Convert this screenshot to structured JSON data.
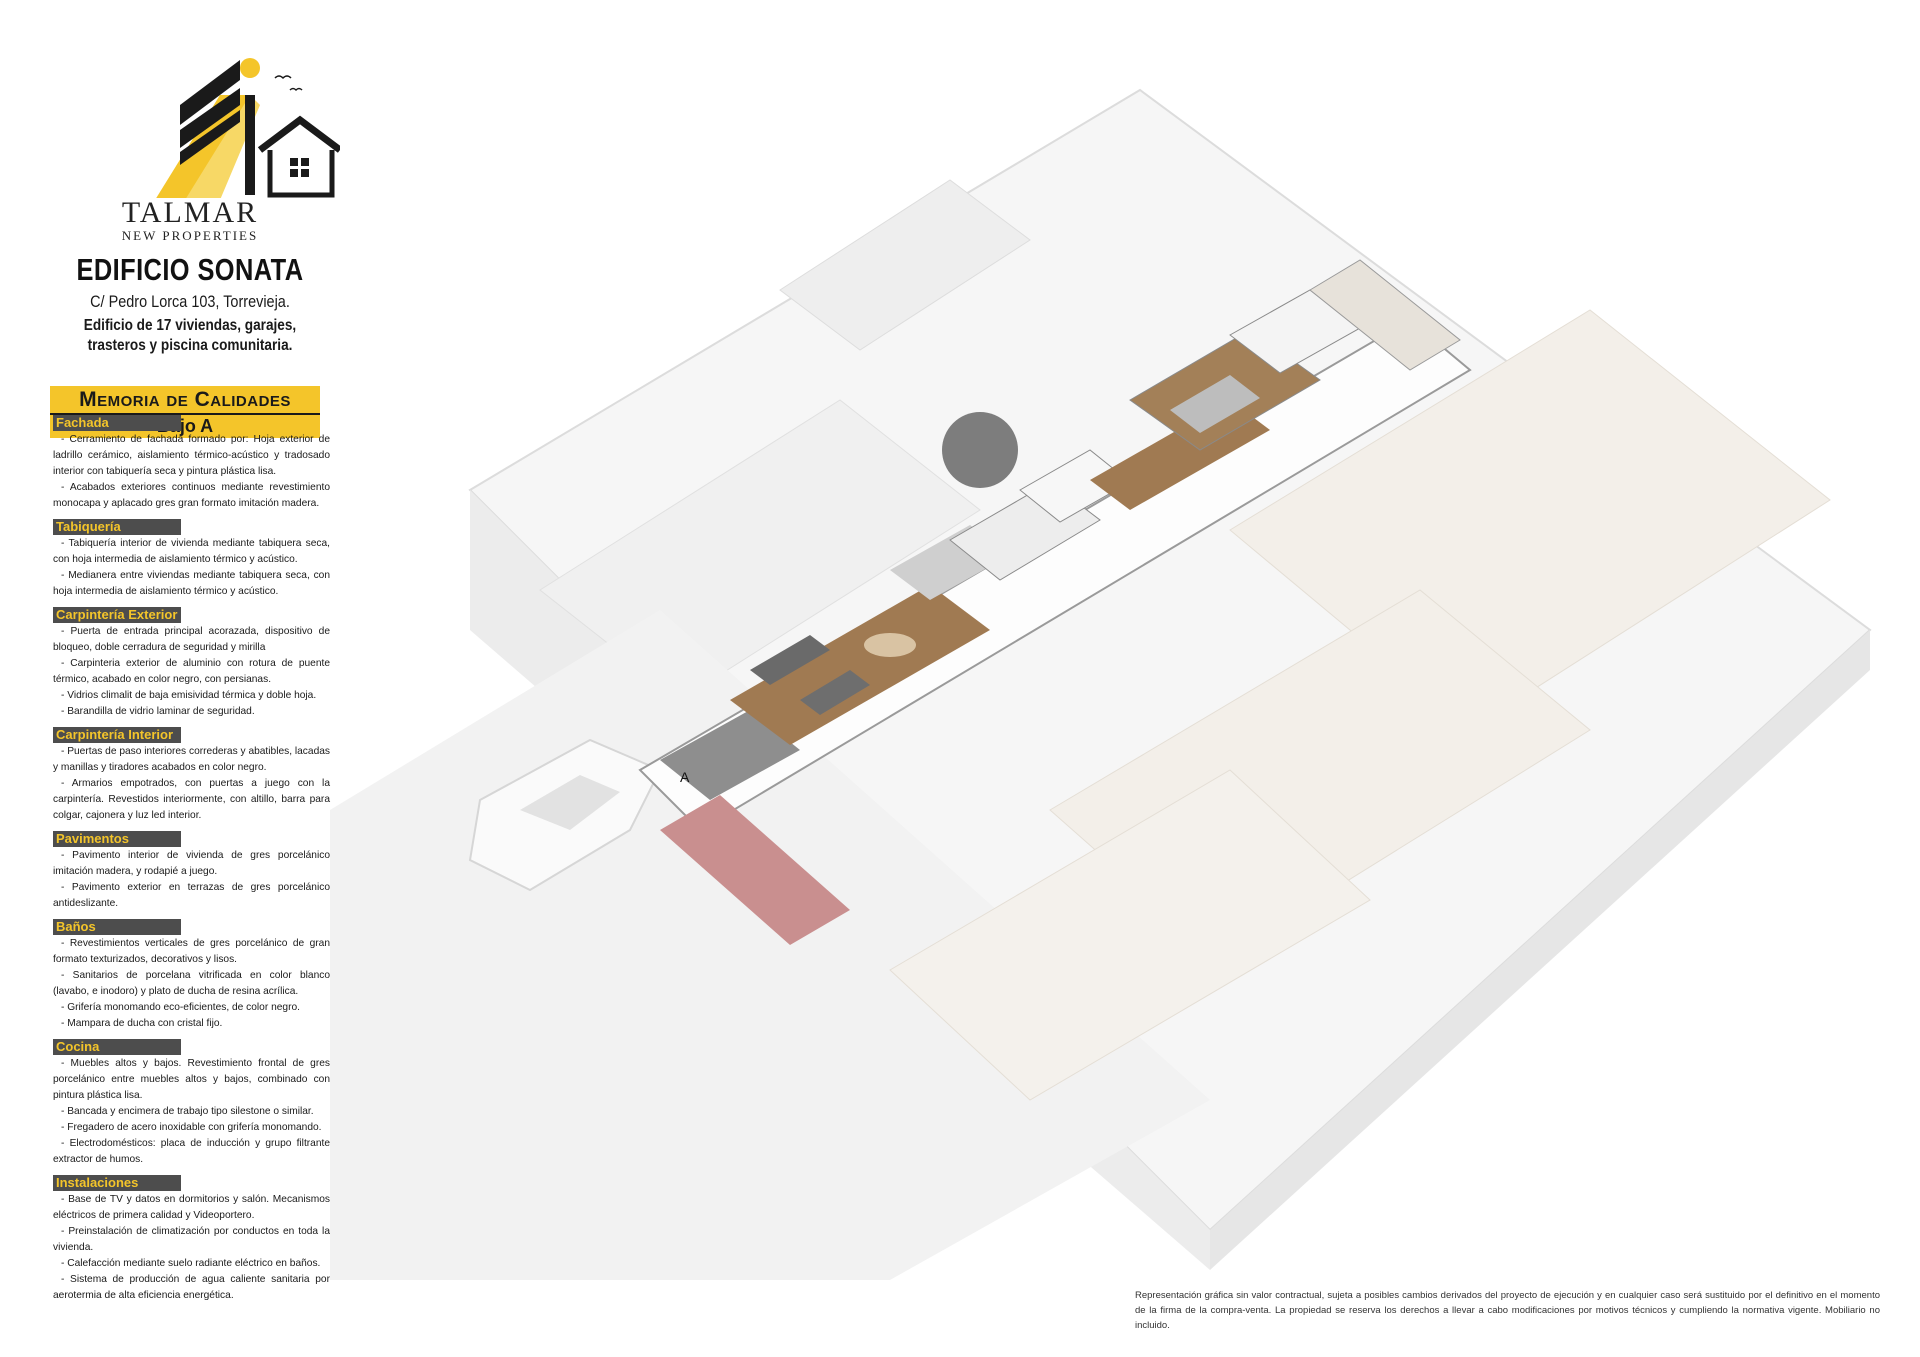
{
  "brand": {
    "name": "TALMAR",
    "subtitle": "NEW PROPERTIES"
  },
  "building": {
    "title": "EDIFICIO SONATA",
    "address": "C/ Pedro Lorca 103, Torrevieja.",
    "description": "Edificio de 17 viviendas, garajes, trasteros y piscina comunitaria."
  },
  "memoria": {
    "title": "Memoria de Calidades",
    "unit": "Bajo A"
  },
  "sections": [
    {
      "title": "Fachada",
      "items": [
        "- Cerramiento de fachada formado por: Hoja exterior de ladrillo cerámico, aislamiento térmico-acústico y tradosado interior con tabiquería seca y pintura plástica lisa.",
        "- Acabados exteriores continuos mediante revestimiento monocapa y aplacado gres gran formato imitación madera."
      ]
    },
    {
      "title": "Tabiquería",
      "items": [
        "- Tabiquería interior de vivienda mediante tabiquera seca, con hoja intermedia de aislamiento térmico y acústico.",
        "- Medianera entre viviendas mediante tabiquera seca, con hoja intermedia de aislamiento térmico y acústico."
      ]
    },
    {
      "title": "Carpintería Exterior",
      "items": [
        "- Puerta de entrada principal acorazada, dispositivo de bloqueo, doble cerradura de seguridad y mirilla",
        "- Carpinteria exterior de aluminio con rotura de puente térmico, acabado en color negro, con persianas.",
        "- Vidrios climalit de baja emisividad térmica y doble hoja.",
        "- Barandilla de vidrio laminar de seguridad."
      ]
    },
    {
      "title": "Carpintería Interior",
      "items": [
        "- Puertas de paso interiores correderas y abatibles, lacadas y manillas y tiradores acabados en color negro.",
        "- Armarios empotrados, con puertas a juego con la carpintería. Revestidos interiormente, con altillo, barra para colgar, cajonera y luz led interior."
      ]
    },
    {
      "title": "Pavimentos",
      "items": [
        "- Pavimento interior de vivienda de gres porcelánico imitación madera, y rodapié a juego.",
        "- Pavimento exterior en terrazas de gres porcelánico antideslizante."
      ]
    },
    {
      "title": "Baños",
      "items": [
        "- Revestimientos verticales de gres porcelánico de gran formato texturizados, decorativos y lisos.",
        "- Sanitarios de porcelana vitrificada en color blanco (lavabo, e inodoro) y plato de ducha de resina acrílica.",
        "- Grifería monomando eco-eficientes, de color negro.",
        "- Mampara de ducha con cristal fijo."
      ]
    },
    {
      "title": "Cocina",
      "items": [
        "- Muebles altos y bajos. Revestimiento frontal de gres porcelánico entre muebles altos y bajos, combinado con pintura plástica lisa.",
        "- Bancada y encimera de trabajo tipo silestone o similar.",
        "- Fregadero de acero inoxidable con grifería monomando.",
        "- Electrodomésticos: placa de inducción y grupo filtrante extractor de humos."
      ]
    },
    {
      "title": "Instalaciones",
      "items": [
        "- Base de TV y datos en dormitorios y salón. Mecanismos eléctricos de primera calidad y Videoportero.",
        "- Preinstalación de climatización por conductos en toda la vivienda.",
        "- Calefacción mediante suelo radiante eléctrico en baños.",
        "- Sistema de producción de agua caliente sanitaria por aerotermia de alta eficiencia energética."
      ]
    }
  ],
  "unit_label": "A",
  "legal": "Representación gráfica sin valor contractual, sujeta a posibles cambios derivados del proyecto de ejecución y en cualquier caso será sustituido por el definitivo en el momento de la firma de la compra-venta. La propiedad se reserva los derechos a llevar a cabo modificaciones por motivos técnicos y cumpliendo la normativa vigente. Mobiliario no incluido.",
  "colors": {
    "accent": "#f4c52a",
    "section_header": "#4d4d4d",
    "wood_floor": "#a07a52",
    "walls": "#f1f1f1"
  }
}
